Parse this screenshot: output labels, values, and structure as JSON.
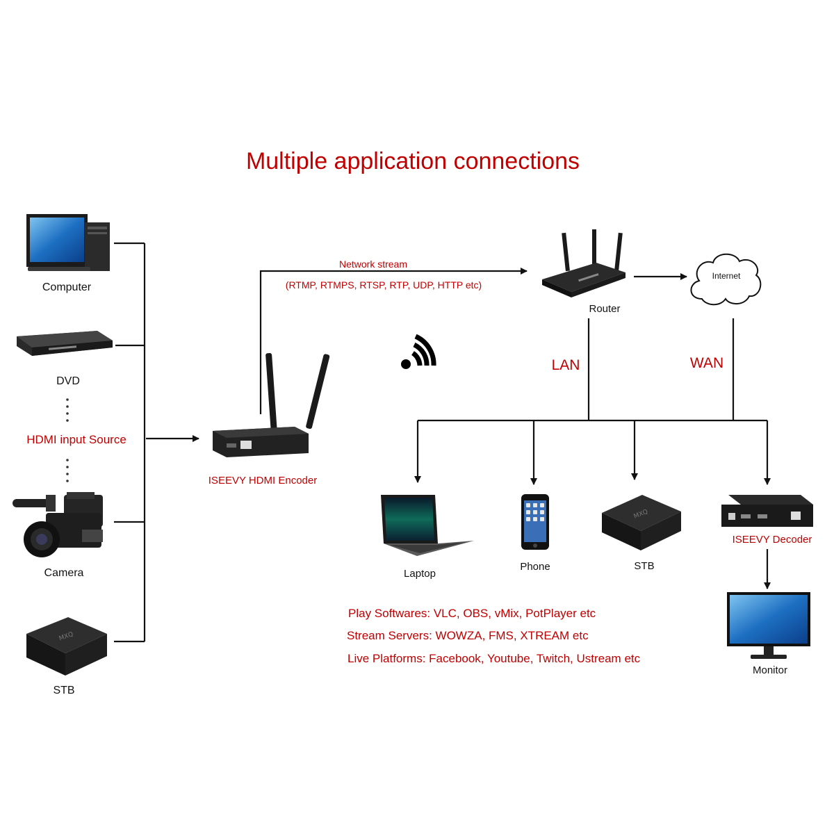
{
  "title": "Multiple application connections",
  "sources": {
    "computer": "Computer",
    "dvd": "DVD",
    "hdmi_input": "HDMI input Source",
    "camera": "Camera",
    "stb": "STB"
  },
  "encoder": "ISEEVY HDMI Encoder",
  "network_stream": "Network stream",
  "protocols": "(RTMP, RTMPS, RTSP, RTP, UDP, HTTP etc)",
  "router": "Router",
  "internet": "Internet",
  "lan": "LAN",
  "wan": "WAN",
  "endpoints": {
    "laptop": "Laptop",
    "phone": "Phone",
    "stb": "STB",
    "decoder": "ISEEVY Decoder",
    "monitor": "Monitor"
  },
  "notes": [
    "Play Softwares: VLC, OBS, vMix, PotPlayer etc",
    "Stream Servers: WOWZA, FMS, XTREAM etc",
    "Live Platforms: Facebook, Youtube, Twitch, Ustream etc"
  ],
  "colors": {
    "accent": "#c00000",
    "line": "#111111"
  },
  "icons": [
    "computer-icon",
    "dvd-player-icon",
    "camera-icon",
    "stb-box-icon",
    "encoder-device-icon",
    "wifi-signal-icon",
    "router-icon",
    "cloud-icon",
    "laptop-icon",
    "phone-icon",
    "decoder-device-icon",
    "monitor-icon"
  ]
}
